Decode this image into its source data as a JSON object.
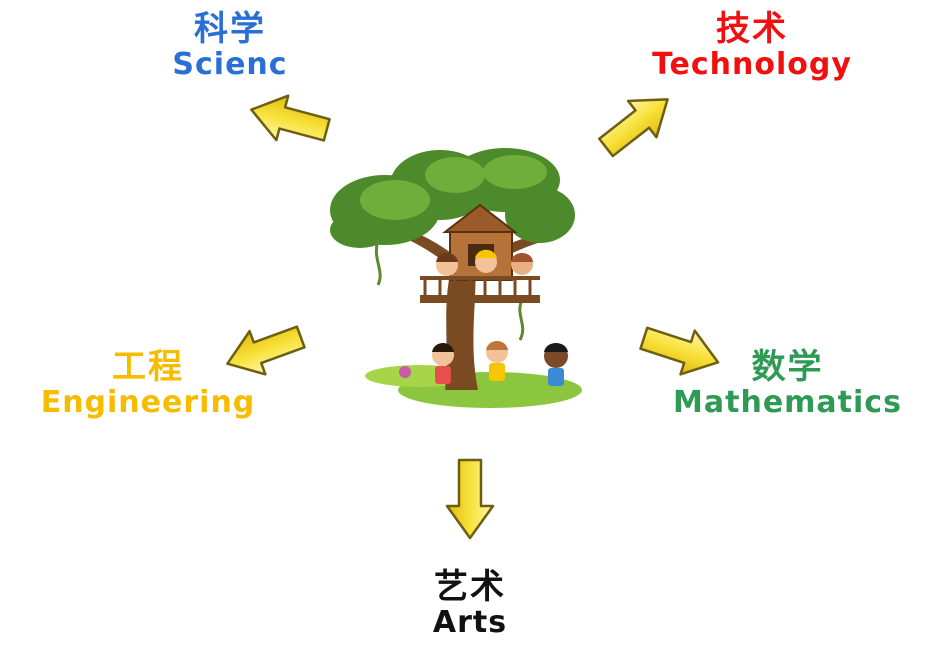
{
  "colors": {
    "science": "#2a6fd6",
    "technology": "#f01010",
    "engineering": "#f7bc00",
    "mathematics": "#2e9a55",
    "arts": "#111111",
    "arrow_fill": "#f8e13a",
    "arrow_stroke": "#7a6a10"
  },
  "nodes": {
    "science": {
      "zh": "科学",
      "en": "Scienc"
    },
    "technology": {
      "zh": "技术",
      "en": "Technology"
    },
    "engineering": {
      "zh": "工程",
      "en": "Engineering"
    },
    "mathematics": {
      "zh": "数学",
      "en": "Mathematics"
    },
    "arts": {
      "zh": "艺术",
      "en": "Arts"
    }
  },
  "center_image": {
    "icon": "treehouse-kids-illustration"
  }
}
